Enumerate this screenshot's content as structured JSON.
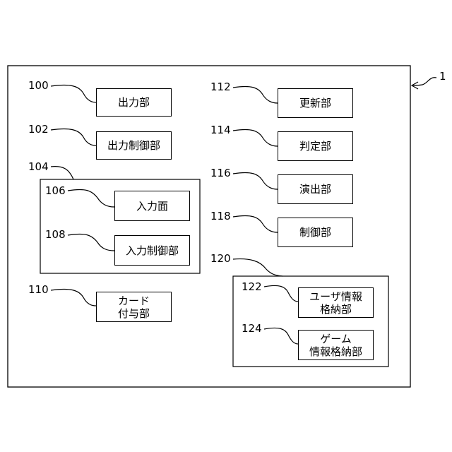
{
  "system_ref": "1",
  "units": [
    {
      "ref": "100",
      "lines": [
        "出力部"
      ]
    },
    {
      "ref": "102",
      "lines": [
        "出力制御部"
      ]
    },
    {
      "ref": "104",
      "lines": []
    },
    {
      "ref": "106",
      "lines": [
        "入力面"
      ]
    },
    {
      "ref": "108",
      "lines": [
        "入力制御部"
      ]
    },
    {
      "ref": "110",
      "lines": [
        "カード",
        "付与部"
      ]
    },
    {
      "ref": "112",
      "lines": [
        "更新部"
      ]
    },
    {
      "ref": "114",
      "lines": [
        "判定部"
      ]
    },
    {
      "ref": "116",
      "lines": [
        "演出部"
      ]
    },
    {
      "ref": "118",
      "lines": [
        "制御部"
      ]
    },
    {
      "ref": "120",
      "lines": []
    },
    {
      "ref": "122",
      "lines": [
        "ユーザ情報",
        "格納部"
      ]
    },
    {
      "ref": "124",
      "lines": [
        "ゲーム",
        "情報格納部"
      ]
    }
  ]
}
